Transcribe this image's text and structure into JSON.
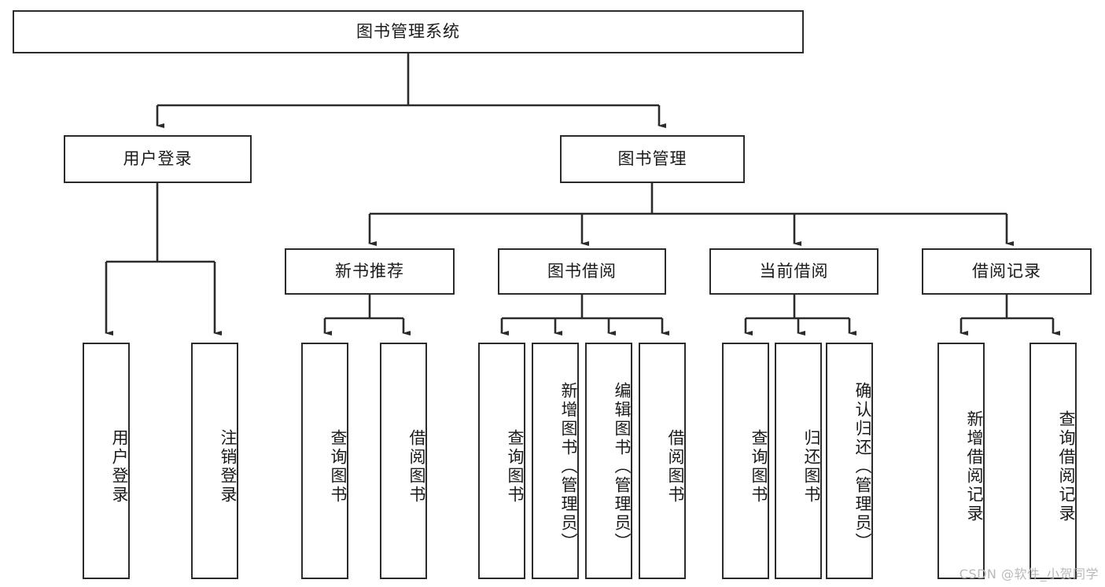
{
  "diagram": {
    "type": "tree",
    "title": "图书管理系统",
    "watermark": "CSDN @软件_小贺同学",
    "colors": {
      "background": "#ffffff",
      "node_border": "#2b2b2b",
      "node_fill": "#ffffff",
      "edge": "#2b2b2b",
      "text": "#1a1a1a",
      "watermark": "#b9b9b9"
    },
    "nodes": {
      "root": {
        "label": "图书管理系统",
        "level": 1,
        "orientation": "horizontal"
      },
      "user_login": {
        "label": "用户登录",
        "level": 2,
        "orientation": "horizontal"
      },
      "book_manage": {
        "label": "图书管理",
        "level": 2,
        "orientation": "horizontal"
      },
      "new_book_rec": {
        "label": "新书推荐",
        "level": 3,
        "orientation": "horizontal"
      },
      "book_borrow": {
        "label": "图书借阅",
        "level": 3,
        "orientation": "horizontal"
      },
      "current_borrow": {
        "label": "当前借阅",
        "level": 3,
        "orientation": "horizontal"
      },
      "borrow_record": {
        "label": "借阅记录",
        "level": 3,
        "orientation": "horizontal"
      },
      "leaf_user_login": {
        "label": "用户登录",
        "level": 4,
        "orientation": "vertical"
      },
      "leaf_logout": {
        "label": "注销登录",
        "level": 4,
        "orientation": "vertical"
      },
      "leaf_rec_query": {
        "label": "查询图书",
        "level": 4,
        "orientation": "vertical"
      },
      "leaf_rec_borrow": {
        "label": "借阅图书",
        "level": 4,
        "orientation": "vertical"
      },
      "leaf_bb_query": {
        "label": "查询图书",
        "level": 4,
        "orientation": "vertical"
      },
      "leaf_bb_add": {
        "label": "新增图书（管理员）",
        "level": 4,
        "orientation": "vertical"
      },
      "leaf_bb_edit": {
        "label": "编辑图书（管理员）",
        "level": 4,
        "orientation": "vertical"
      },
      "leaf_bb_borrow": {
        "label": "借阅图书",
        "level": 4,
        "orientation": "vertical"
      },
      "leaf_cb_query": {
        "label": "查询图书",
        "level": 4,
        "orientation": "vertical"
      },
      "leaf_cb_return": {
        "label": "归还图书",
        "level": 4,
        "orientation": "vertical"
      },
      "leaf_cb_confirm": {
        "label": "确认归还（管理员）",
        "level": 4,
        "orientation": "vertical"
      },
      "leaf_br_add": {
        "label": "新增借阅记录",
        "level": 4,
        "orientation": "vertical"
      },
      "leaf_br_query": {
        "label": "查询借阅记录",
        "level": 4,
        "orientation": "vertical"
      }
    }
  }
}
